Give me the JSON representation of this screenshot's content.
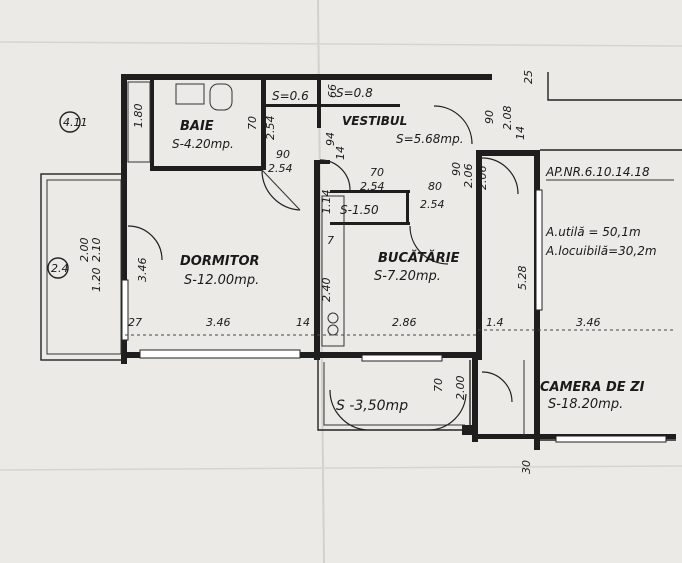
{
  "rooms": {
    "baie": {
      "name": "BAIE",
      "area": "S-4.20mp."
    },
    "vestibul": {
      "name": "VESTIBUL",
      "area": "S=5.68mp."
    },
    "dormitor": {
      "name": "DORMITOR",
      "area": "S-12.00mp."
    },
    "bucatarie": {
      "name": "BUCĂTĂRIE",
      "area": "S-7.20mp."
    },
    "balcon": {
      "area": "S -3,50mp"
    },
    "camera": {
      "name": "CAMERA DE ZI",
      "area": "S-18.20mp."
    },
    "wc": {
      "area": "S=0.6"
    },
    "debara": {
      "area": "S=0.8"
    },
    "camara": {
      "area": "S-1.50"
    }
  },
  "info": {
    "ap_nr": "AP.NR.6.10.14.18",
    "util": "A.utilă = 50,1m",
    "locuibil": "A.locuibilă=30,2m"
  },
  "markers": {
    "left_top": "4.11",
    "left_mid": "2.4"
  },
  "dims": {
    "d180": "1.80",
    "d254a": "2.54",
    "d254b": "2.54",
    "d254c": "2.54",
    "d254d": "2.54",
    "d90a": "90",
    "d90b": "90",
    "d90c": "90",
    "d70a": "70",
    "d70b": "70",
    "d70c": "70",
    "d80": "80",
    "d206a": "2.06",
    "d206b": "2.06",
    "d208": "2.08",
    "d94": "94",
    "d114": "1.14",
    "d14a": "14",
    "d14b": "14",
    "d14c": "1.4",
    "d14d": "14",
    "d346a": "3.46",
    "d346b": "3.46",
    "d346c": "3.46",
    "d286": "2.86",
    "d27": "27",
    "d7": "7",
    "d240": "2.40",
    "d528": "5.28",
    "d200": "2.00",
    "d25": "25",
    "d66": "66",
    "d30": "30",
    "d210": "2.10",
    "d120": "1.20",
    "d200b": "2.00"
  }
}
